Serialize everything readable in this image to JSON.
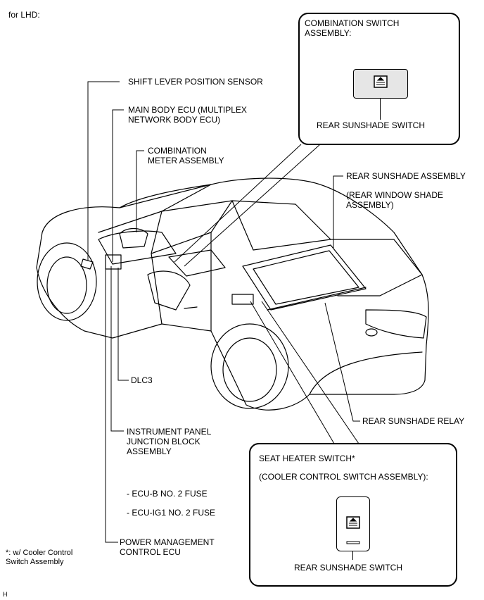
{
  "variant_label": "for LHD:",
  "labels": {
    "shift_lever": "SHIFT LEVER POSITION SENSOR",
    "main_body_ecu_1": "MAIN BODY ECU (MULTIPLEX",
    "main_body_ecu_2": "NETWORK BODY ECU)",
    "combo_meter_1": "COMBINATION",
    "combo_meter_2": "METER ASSEMBLY",
    "rear_sunshade_assy": "REAR SUNSHADE ASSEMBLY",
    "rear_window_shade_1": "(REAR WINDOW SHADE",
    "rear_window_shade_2": "ASSEMBLY)",
    "dlc3": "DLC3",
    "ip_jb_1": "INSTRUMENT PANEL",
    "ip_jb_2": "JUNCTION BLOCK",
    "ip_jb_3": "ASSEMBLY",
    "fuse_1": "- ECU-B NO. 2 FUSE",
    "fuse_2": "- ECU-IG1 NO. 2 FUSE",
    "pm_ecu_1": "POWER MANAGEMENT",
    "pm_ecu_2": "CONTROL ECU",
    "rear_sunshade_relay": "REAR SUNSHADE RELAY",
    "footnote_1": "*: w/ Cooler Control",
    "footnote_2": "Switch Assembly",
    "corner_code": "H"
  },
  "callout_top": {
    "title_1": "COMBINATION SWITCH",
    "title_2": "ASSEMBLY:",
    "switch_label": "REAR SUNSHADE SWITCH"
  },
  "callout_bottom": {
    "title_1": "SEAT HEATER SWITCH*",
    "title_2": "(COOLER CONTROL SWITCH ASSEMBLY):",
    "switch_label": "REAR SUNSHADE SWITCH"
  }
}
